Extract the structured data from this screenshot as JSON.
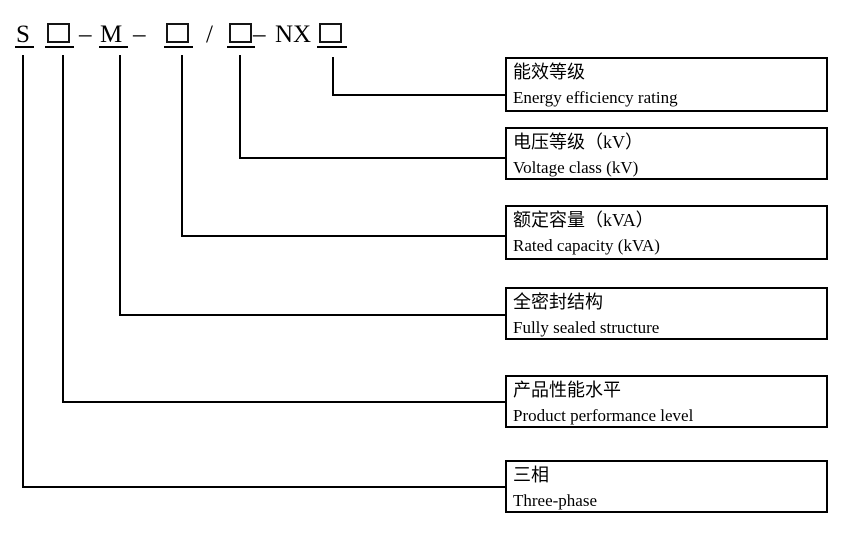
{
  "formula": {
    "description": "transformer-model-designation-code",
    "parts": [
      {
        "type": "letter",
        "text": "S"
      },
      {
        "type": "square-placeholder"
      },
      {
        "type": "dash",
        "text": "–"
      },
      {
        "type": "letter",
        "text": "M"
      },
      {
        "type": "dash",
        "text": "–"
      },
      {
        "type": "square-placeholder"
      },
      {
        "type": "slash",
        "text": "/"
      },
      {
        "type": "square-placeholder"
      },
      {
        "type": "dash",
        "text": "–"
      },
      {
        "type": "letter",
        "text": "NX"
      },
      {
        "type": "square-placeholder"
      }
    ]
  },
  "labels": [
    {
      "zh": "能效等级",
      "en": "Energy efficiency rating"
    },
    {
      "zh": "电压等级（kV）",
      "en": "Voltage class (kV)"
    },
    {
      "zh": "额定容量（kVA）",
      "en": "Rated capacity (kVA)"
    },
    {
      "zh": "全密封结构",
      "en": "Fully sealed structure"
    },
    {
      "zh": "产品性能水平",
      "en": "Product performance level"
    },
    {
      "zh": "三相",
      "en": "Three-phase"
    }
  ],
  "colors": {
    "line": "#000000",
    "background": "#ffffff",
    "text": "#000000"
  }
}
